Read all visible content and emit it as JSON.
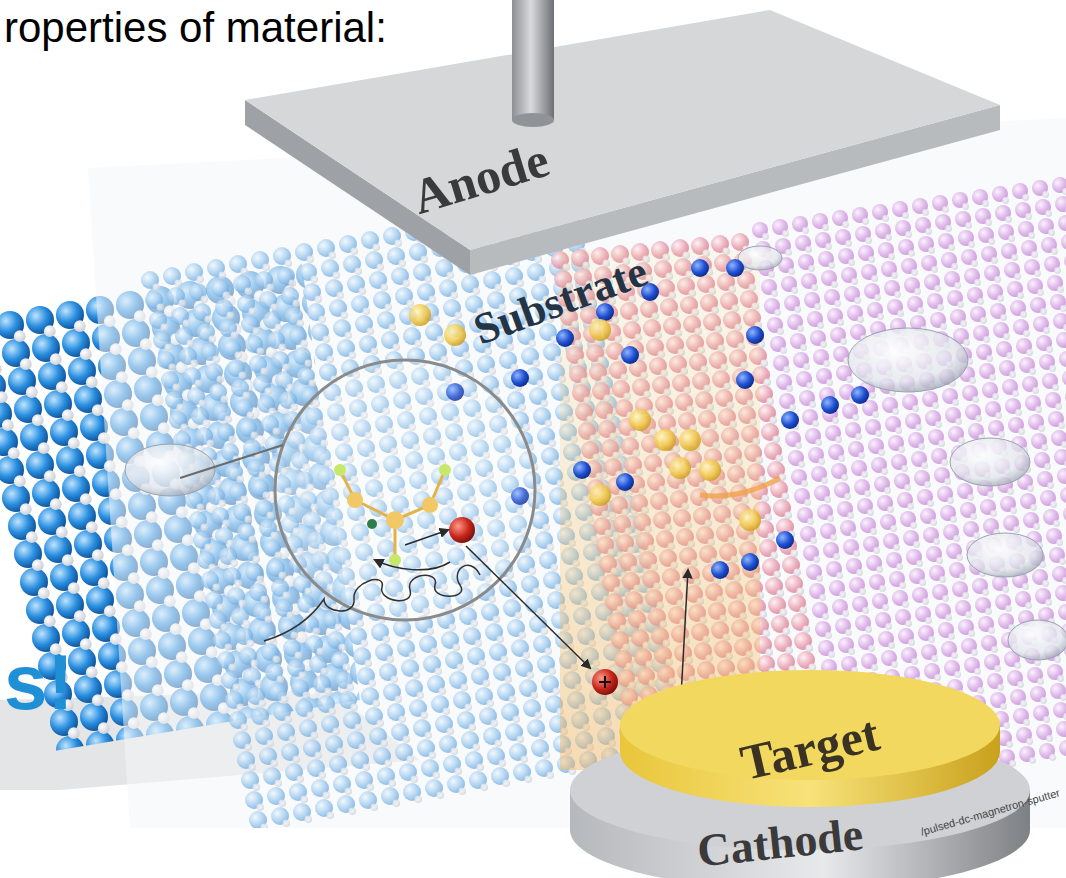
{
  "diagram": {
    "title": "roperties of material:",
    "nodes": [
      {
        "text": [
          "Anode"
        ]
      },
      {
        "text": [
          "Target"
        ]
      },
      {
        "text": [
          "Cathode"
        ]
      }
    ],
    "labels": [
      "Substrate",
      "s!",
      "/pulsed-dc-magnetron-sputter"
    ]
  }
}
